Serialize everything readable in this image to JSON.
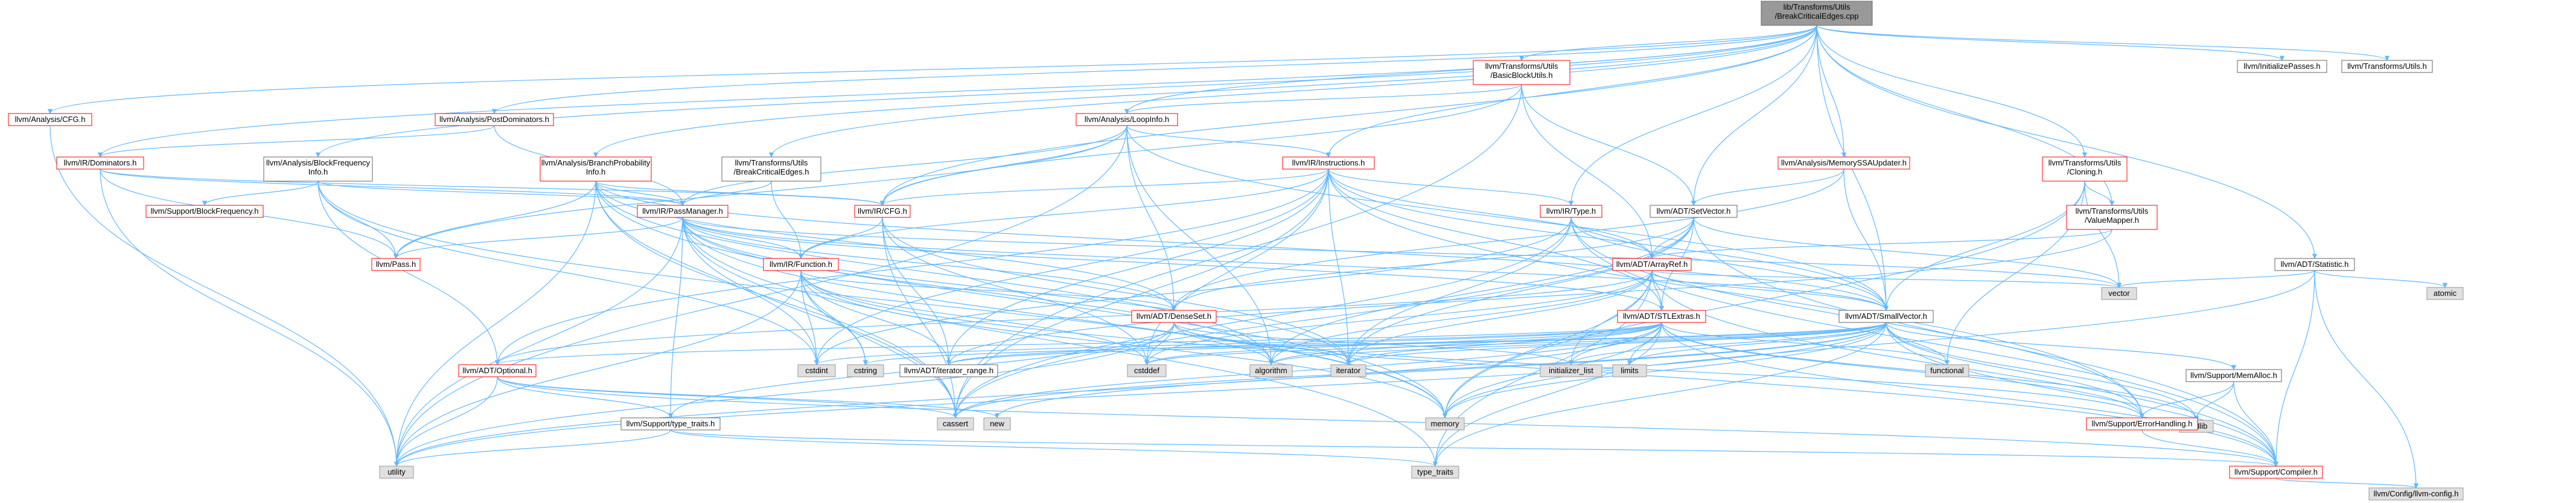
{
  "colors": {
    "edge": "#63b8ff",
    "red_border": "#ff0000",
    "black_border": "#666666",
    "gray_fill": "#e0e0e0",
    "root_fill": "#999999"
  },
  "nodes": [
    {
      "id": "root",
      "lines": [
        "lib/Transforms/Utils",
        "/BreakCriticalEdges.cpp"
      ],
      "style": "root"
    },
    {
      "id": "ana_cfg",
      "lines": [
        "llvm/Analysis/CFG.h"
      ],
      "style": "red"
    },
    {
      "id": "ana_pdom",
      "lines": [
        "llvm/Analysis/PostDominators.h"
      ],
      "style": "red"
    },
    {
      "id": "bbu",
      "lines": [
        "llvm/Transforms/Utils",
        "/BasicBlockUtils.h"
      ],
      "style": "red"
    },
    {
      "id": "init",
      "lines": [
        "llvm/InitializePasses.h"
      ],
      "style": "black"
    },
    {
      "id": "tutils",
      "lines": [
        "llvm/Transforms/Utils.h"
      ],
      "style": "black"
    },
    {
      "id": "loopinfo",
      "lines": [
        "llvm/Analysis/LoopInfo.h"
      ],
      "style": "red"
    },
    {
      "id": "dominators",
      "lines": [
        "llvm/IR/Dominators.h"
      ],
      "style": "red"
    },
    {
      "id": "bfi",
      "lines": [
        "llvm/Analysis/BlockFrequency",
        "Info.h"
      ],
      "style": "black"
    },
    {
      "id": "bpi",
      "lines": [
        "llvm/Analysis/BranchProbability",
        "Info.h"
      ],
      "style": "red"
    },
    {
      "id": "tbce",
      "lines": [
        "llvm/Transforms/Utils",
        "/BreakCriticalEdges.h"
      ],
      "style": "black"
    },
    {
      "id": "instructions",
      "lines": [
        "llvm/IR/Instructions.h"
      ],
      "style": "red"
    },
    {
      "id": "mssa",
      "lines": [
        "llvm/Analysis/MemorySSAUpdater.h"
      ],
      "style": "red"
    },
    {
      "id": "cloning",
      "lines": [
        "llvm/Transforms/Utils",
        "/Cloning.h"
      ],
      "style": "red"
    },
    {
      "id": "valuemapper",
      "lines": [
        "llvm/Transforms/Utils",
        "/ValueMapper.h"
      ],
      "style": "red"
    },
    {
      "id": "setvector",
      "lines": [
        "llvm/ADT/SetVector.h"
      ],
      "style": "black"
    },
    {
      "id": "irtype",
      "lines": [
        "llvm/IR/Type.h"
      ],
      "style": "red"
    },
    {
      "id": "statistic",
      "lines": [
        "llvm/ADT/Statistic.h"
      ],
      "style": "black"
    },
    {
      "id": "atomic",
      "lines": [
        "atomic"
      ],
      "style": "gray"
    },
    {
      "id": "sbf",
      "lines": [
        "llvm/Support/BlockFrequency.h"
      ],
      "style": "red"
    },
    {
      "id": "pass",
      "lines": [
        "llvm/Pass.h"
      ],
      "style": "red"
    },
    {
      "id": "passmanager",
      "lines": [
        "llvm/IR/PassManager.h"
      ],
      "style": "red"
    },
    {
      "id": "ircfg",
      "lines": [
        "llvm/IR/CFG.h"
      ],
      "style": "red"
    },
    {
      "id": "function",
      "lines": [
        "llvm/IR/Function.h"
      ],
      "style": "red"
    },
    {
      "id": "arrayref",
      "lines": [
        "llvm/ADT/ArrayRef.h"
      ],
      "style": "red"
    },
    {
      "id": "stlextras",
      "lines": [
        "llvm/ADT/STLExtras.h"
      ],
      "style": "red"
    },
    {
      "id": "densemap",
      "lines": [
        "llvm/ADT/DenseSet.h"
      ],
      "style": "red"
    },
    {
      "id": "smallvector",
      "lines": [
        "llvm/ADT/SmallVector.h"
      ],
      "style": "black"
    },
    {
      "id": "vector",
      "lines": [
        "vector"
      ],
      "style": "gray"
    },
    {
      "id": "optional",
      "lines": [
        "llvm/ADT/Optional.h"
      ],
      "style": "red"
    },
    {
      "id": "memalloc",
      "lines": [
        "llvm/Support/MemAlloc.h"
      ],
      "style": "black"
    },
    {
      "id": "cstdint",
      "lines": [
        "cstdint"
      ],
      "style": "gray"
    },
    {
      "id": "cstring",
      "lines": [
        "cstring"
      ],
      "style": "gray"
    },
    {
      "id": "iter_range",
      "lines": [
        "llvm/ADT/iterator_range.h"
      ],
      "style": "black"
    },
    {
      "id": "cstddef",
      "lines": [
        "cstddef"
      ],
      "style": "gray"
    },
    {
      "id": "algorithm",
      "lines": [
        "algorithm"
      ],
      "style": "gray"
    },
    {
      "id": "iterator",
      "lines": [
        "iterator"
      ],
      "style": "gray"
    },
    {
      "id": "init_list",
      "lines": [
        "initializer_list"
      ],
      "style": "gray"
    },
    {
      "id": "limits",
      "lines": [
        "limits"
      ],
      "style": "gray"
    },
    {
      "id": "functional",
      "lines": [
        "functional"
      ],
      "style": "gray"
    },
    {
      "id": "cstdlib",
      "lines": [
        "cstdlib"
      ],
      "style": "gray"
    },
    {
      "id": "typetraits_h",
      "lines": [
        "llvm/Support/type_traits.h"
      ],
      "style": "black"
    },
    {
      "id": "cassert",
      "lines": [
        "cassert"
      ],
      "style": "gray"
    },
    {
      "id": "new",
      "lines": [
        "new"
      ],
      "style": "gray"
    },
    {
      "id": "memory",
      "lines": [
        "memory"
      ],
      "style": "gray"
    },
    {
      "id": "errhandling",
      "lines": [
        "llvm/Support/ErrorHandling.h"
      ],
      "style": "red"
    },
    {
      "id": "utility",
      "lines": [
        "utility"
      ],
      "style": "gray"
    },
    {
      "id": "type_traits",
      "lines": [
        "type_traits"
      ],
      "style": "gray"
    },
    {
      "id": "compiler",
      "lines": [
        "llvm/Support/Compiler.h"
      ],
      "style": "red"
    },
    {
      "id": "config",
      "lines": [
        "llvm/Config/llvm-config.h"
      ],
      "style": "gray"
    }
  ],
  "edges": [
    [
      "root",
      "ana_cfg"
    ],
    [
      "root",
      "ana_pdom"
    ],
    [
      "root",
      "bbu"
    ],
    [
      "root",
      "init"
    ],
    [
      "root",
      "tutils"
    ],
    [
      "root",
      "loopinfo"
    ],
    [
      "root",
      "dominators"
    ],
    [
      "root",
      "bfi"
    ],
    [
      "root",
      "bpi"
    ],
    [
      "root",
      "tbce"
    ],
    [
      "root",
      "instructions"
    ],
    [
      "root",
      "mssa"
    ],
    [
      "root",
      "cloning"
    ],
    [
      "root",
      "valuemapper"
    ],
    [
      "root",
      "setvector"
    ],
    [
      "root",
      "irtype"
    ],
    [
      "root",
      "statistic"
    ],
    [
      "root",
      "ircfg"
    ],
    [
      "root",
      "smallvector"
    ],
    [
      "ana_cfg",
      "utility"
    ],
    [
      "ana_pdom",
      "dominators"
    ],
    [
      "ana_pdom",
      "passmanager"
    ],
    [
      "bbu",
      "loopinfo"
    ],
    [
      "bbu",
      "setvector"
    ],
    [
      "bbu",
      "arrayref"
    ],
    [
      "bbu",
      "ircfg"
    ],
    [
      "bbu",
      "cassert"
    ],
    [
      "loopinfo",
      "instructions"
    ],
    [
      "loopinfo",
      "pass"
    ],
    [
      "loopinfo",
      "passmanager"
    ],
    [
      "loopinfo",
      "ircfg"
    ],
    [
      "loopinfo",
      "densemap"
    ],
    [
      "loopinfo",
      "smallvector"
    ],
    [
      "loopinfo",
      "algorithm"
    ],
    [
      "loopinfo",
      "utility"
    ],
    [
      "dominators",
      "pass"
    ],
    [
      "dominators",
      "passmanager"
    ],
    [
      "dominators",
      "ircfg"
    ],
    [
      "dominators",
      "utility"
    ],
    [
      "bfi",
      "pass"
    ],
    [
      "bfi",
      "passmanager"
    ],
    [
      "bfi",
      "sbf"
    ],
    [
      "bfi",
      "cstdint"
    ],
    [
      "bfi",
      "memory"
    ],
    [
      "bfi",
      "optional"
    ],
    [
      "bpi",
      "pass"
    ],
    [
      "bpi",
      "passmanager"
    ],
    [
      "bpi",
      "ircfg"
    ],
    [
      "bpi",
      "densemap"
    ],
    [
      "bpi",
      "smallvector"
    ],
    [
      "bpi",
      "algorithm"
    ],
    [
      "bpi",
      "cassert"
    ],
    [
      "bpi",
      "cstdint"
    ],
    [
      "bpi",
      "memory"
    ],
    [
      "bpi",
      "utility"
    ],
    [
      "tbce",
      "passmanager"
    ],
    [
      "tbce",
      "function"
    ],
    [
      "instructions",
      "ircfg"
    ],
    [
      "instructions",
      "irtype"
    ],
    [
      "instructions",
      "arrayref"
    ],
    [
      "instructions",
      "stlextras"
    ],
    [
      "instructions",
      "smallvector"
    ],
    [
      "instructions",
      "function"
    ],
    [
      "instructions",
      "iter_range"
    ],
    [
      "instructions",
      "cstddef"
    ],
    [
      "instructions",
      "cstdint"
    ],
    [
      "instructions",
      "iterator"
    ],
    [
      "instructions",
      "cassert"
    ],
    [
      "instructions",
      "optional"
    ],
    [
      "instructions",
      "errhandling"
    ],
    [
      "mssa",
      "setvector"
    ],
    [
      "mssa",
      "smallvector"
    ],
    [
      "mssa",
      "densemap"
    ],
    [
      "cloning",
      "valuemapper"
    ],
    [
      "cloning",
      "smallvector"
    ],
    [
      "cloning",
      "memory"
    ],
    [
      "cloning",
      "vector"
    ],
    [
      "cloning",
      "functional"
    ],
    [
      "valuemapper",
      "arrayref"
    ],
    [
      "valuemapper",
      "iter_range"
    ],
    [
      "setvector",
      "arrayref"
    ],
    [
      "setvector",
      "densemap"
    ],
    [
      "setvector",
      "stlextras"
    ],
    [
      "setvector",
      "compiler"
    ],
    [
      "setvector",
      "algorithm"
    ],
    [
      "setvector",
      "cassert"
    ],
    [
      "setvector",
      "iterator"
    ],
    [
      "setvector",
      "vector"
    ],
    [
      "irtype",
      "arrayref"
    ],
    [
      "irtype",
      "smallvector"
    ],
    [
      "irtype",
      "cassert"
    ],
    [
      "irtype",
      "cstdint"
    ],
    [
      "irtype",
      "iterator"
    ],
    [
      "irtype",
      "errhandling"
    ],
    [
      "irtype",
      "compiler"
    ],
    [
      "statistic",
      "atomic"
    ],
    [
      "statistic",
      "memory"
    ],
    [
      "statistic",
      "vector"
    ],
    [
      "statistic",
      "config"
    ],
    [
      "statistic",
      "compiler"
    ],
    [
      "passmanager",
      "function"
    ],
    [
      "passmanager",
      "pass"
    ],
    [
      "passmanager",
      "densemap"
    ],
    [
      "passmanager",
      "smallvector"
    ],
    [
      "passmanager",
      "stlextras"
    ],
    [
      "passmanager",
      "algorithm"
    ],
    [
      "passmanager",
      "cassert"
    ],
    [
      "passmanager",
      "cstring"
    ],
    [
      "passmanager",
      "iterator"
    ],
    [
      "passmanager",
      "memory"
    ],
    [
      "passmanager",
      "utility"
    ],
    [
      "passmanager",
      "vector"
    ],
    [
      "passmanager",
      "type_traits"
    ],
    [
      "passmanager",
      "typetraits_h"
    ],
    [
      "ircfg",
      "function"
    ],
    [
      "ircfg",
      "iterator"
    ],
    [
      "ircfg",
      "iter_range"
    ],
    [
      "ircfg",
      "cassert"
    ],
    [
      "ircfg",
      "cstddef"
    ],
    [
      "function",
      "densemap"
    ],
    [
      "function",
      "iter_range"
    ],
    [
      "function",
      "cstring"
    ],
    [
      "function",
      "cstdint"
    ],
    [
      "function",
      "cstddef"
    ],
    [
      "function",
      "memory"
    ],
    [
      "function",
      "utility"
    ],
    [
      "function",
      "cassert"
    ],
    [
      "function",
      "compiler"
    ],
    [
      "arrayref",
      "stlextras"
    ],
    [
      "arrayref",
      "smallvector"
    ],
    [
      "arrayref",
      "compiler"
    ],
    [
      "arrayref",
      "algorithm"
    ],
    [
      "arrayref",
      "array"
    ],
    [
      "arrayref",
      "cstddef"
    ],
    [
      "arrayref",
      "init_list"
    ],
    [
      "arrayref",
      "iterator"
    ],
    [
      "arrayref",
      "memory"
    ],
    [
      "arrayref",
      "type_traits"
    ],
    [
      "arrayref",
      "vector"
    ],
    [
      "arrayref",
      "optional"
    ],
    [
      "stlextras",
      "optional"
    ],
    [
      "stlextras",
      "iter_range"
    ],
    [
      "stlextras",
      "errhandling"
    ],
    [
      "stlextras",
      "algorithm"
    ],
    [
      "stlextras",
      "cassert"
    ],
    [
      "stlextras",
      "cstddef"
    ],
    [
      "stlextras",
      "cstdint"
    ],
    [
      "stlextras",
      "cstdlib"
    ],
    [
      "stlextras",
      "functional"
    ],
    [
      "stlextras",
      "init_list"
    ],
    [
      "stlextras",
      "iterator"
    ],
    [
      "stlextras",
      "limits"
    ],
    [
      "stlextras",
      "memory"
    ],
    [
      "stlextras",
      "utility"
    ],
    [
      "stlextras",
      "type_traits"
    ],
    [
      "stlextras",
      "compiler"
    ],
    [
      "densemap",
      "typetraits_h"
    ],
    [
      "densemap",
      "cstddef"
    ],
    [
      "densemap",
      "algorithm"
    ],
    [
      "densemap",
      "iterator"
    ],
    [
      "densemap",
      "utility"
    ],
    [
      "densemap",
      "init_list"
    ],
    [
      "densemap",
      "errhandling"
    ],
    [
      "smallvector",
      "memalloc"
    ],
    [
      "smallvector",
      "compiler"
    ],
    [
      "smallvector",
      "type_traits"
    ],
    [
      "smallvector",
      "algorithm"
    ],
    [
      "smallvector",
      "cassert"
    ],
    [
      "smallvector",
      "cstddef"
    ],
    [
      "smallvector",
      "cstdlib"
    ],
    [
      "smallvector",
      "cstring"
    ],
    [
      "smallvector",
      "functional"
    ],
    [
      "smallvector",
      "init_list"
    ],
    [
      "smallvector",
      "iterator"
    ],
    [
      "smallvector",
      "limits"
    ],
    [
      "smallvector",
      "memory"
    ],
    [
      "smallvector",
      "new"
    ],
    [
      "smallvector",
      "utility"
    ],
    [
      "smallvector",
      "errhandling"
    ],
    [
      "smallvector",
      "iter_range"
    ],
    [
      "memalloc",
      "compiler"
    ],
    [
      "memalloc",
      "errhandling"
    ],
    [
      "memalloc",
      "cstdlib"
    ],
    [
      "optional",
      "typetraits_h"
    ],
    [
      "optional",
      "compiler"
    ],
    [
      "optional",
      "cassert"
    ],
    [
      "optional",
      "new"
    ],
    [
      "optional",
      "utility"
    ],
    [
      "typetraits_h",
      "compiler"
    ],
    [
      "typetraits_h",
      "type_traits"
    ],
    [
      "typetraits_h",
      "utility"
    ],
    [
      "errhandling",
      "compiler"
    ],
    [
      "compiler",
      "config"
    ]
  ]
}
